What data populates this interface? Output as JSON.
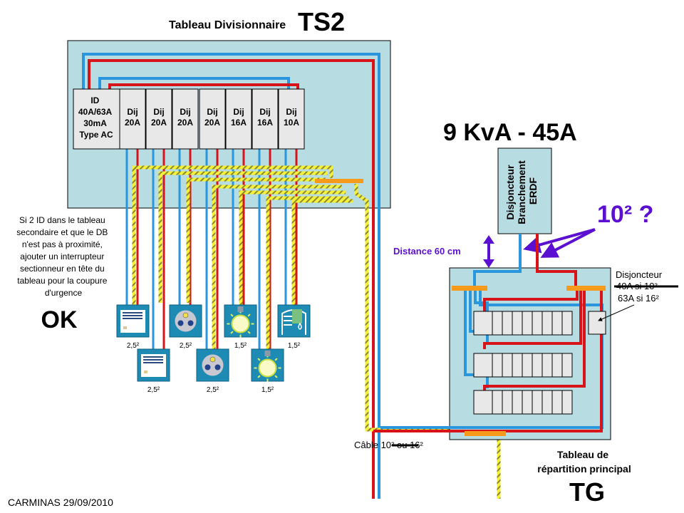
{
  "ts2": {
    "subtitle": "Tableau Divisionnaire",
    "title": "TS2",
    "id_breaker": [
      "ID",
      "40A/63A",
      "30mA",
      "Type AC"
    ],
    "breakers": [
      {
        "line1": "Dij",
        "line2": "20A"
      },
      {
        "line1": "Dij",
        "line2": "20A"
      },
      {
        "line1": "Dij",
        "line2": "20A"
      },
      {
        "line1": "Dij",
        "line2": "20A"
      },
      {
        "line1": "Dij",
        "line2": "16A"
      },
      {
        "line1": "Dij",
        "line2": "16A"
      },
      {
        "line1": "Dij",
        "line2": "10A"
      }
    ]
  },
  "note": {
    "lines": [
      "Si 2 ID dans le tableau",
      "secondaire et que le DB",
      "n'est pas à proximité,",
      "ajouter un interrupteur",
      "sectionneur en tête du",
      "tableau pour la coupure",
      "d'urgence"
    ],
    "ok": "OK"
  },
  "devices": [
    {
      "icon": "oven-icon",
      "section": "2,5²"
    },
    {
      "icon": "oven-icon",
      "section": "2,5²"
    },
    {
      "icon": "socket-icon",
      "section": "2,5²"
    },
    {
      "icon": "socket-icon",
      "section": "2,5²"
    },
    {
      "icon": "light-bulb-icon",
      "section": "1,5²"
    },
    {
      "icon": "light-bulb-icon",
      "section": "1,5²"
    },
    {
      "icon": "water-heater-icon",
      "section": "1,5²"
    }
  ],
  "power": {
    "rating": "9 KvA - 45A"
  },
  "erdf": {
    "lines": [
      "Disjoncteur",
      "Branchement",
      "ERDF"
    ]
  },
  "question": "10² ?",
  "distance": "Distance 60 cm",
  "tg_breaker_note": {
    "line1": "Disjoncteur",
    "line2_struck": "40A si 10²",
    "line3": "63A si 16²"
  },
  "cable": {
    "prefix": "Câble ",
    "struck": "10² ou",
    "suffix": " 16²"
  },
  "tg": {
    "label_line1": "Tableau de",
    "label_line2": "répartition principal",
    "title": "TG"
  },
  "footer": "CARMINAS 29/09/2010",
  "colors": {
    "panel": "#b7dde3",
    "phase": "#d8141b",
    "neutral": "#2996dd",
    "earth": "#f5f03a",
    "busbar": "#f59a1a",
    "annotation": "#5b0fd0",
    "device": "#1e8bb4"
  }
}
